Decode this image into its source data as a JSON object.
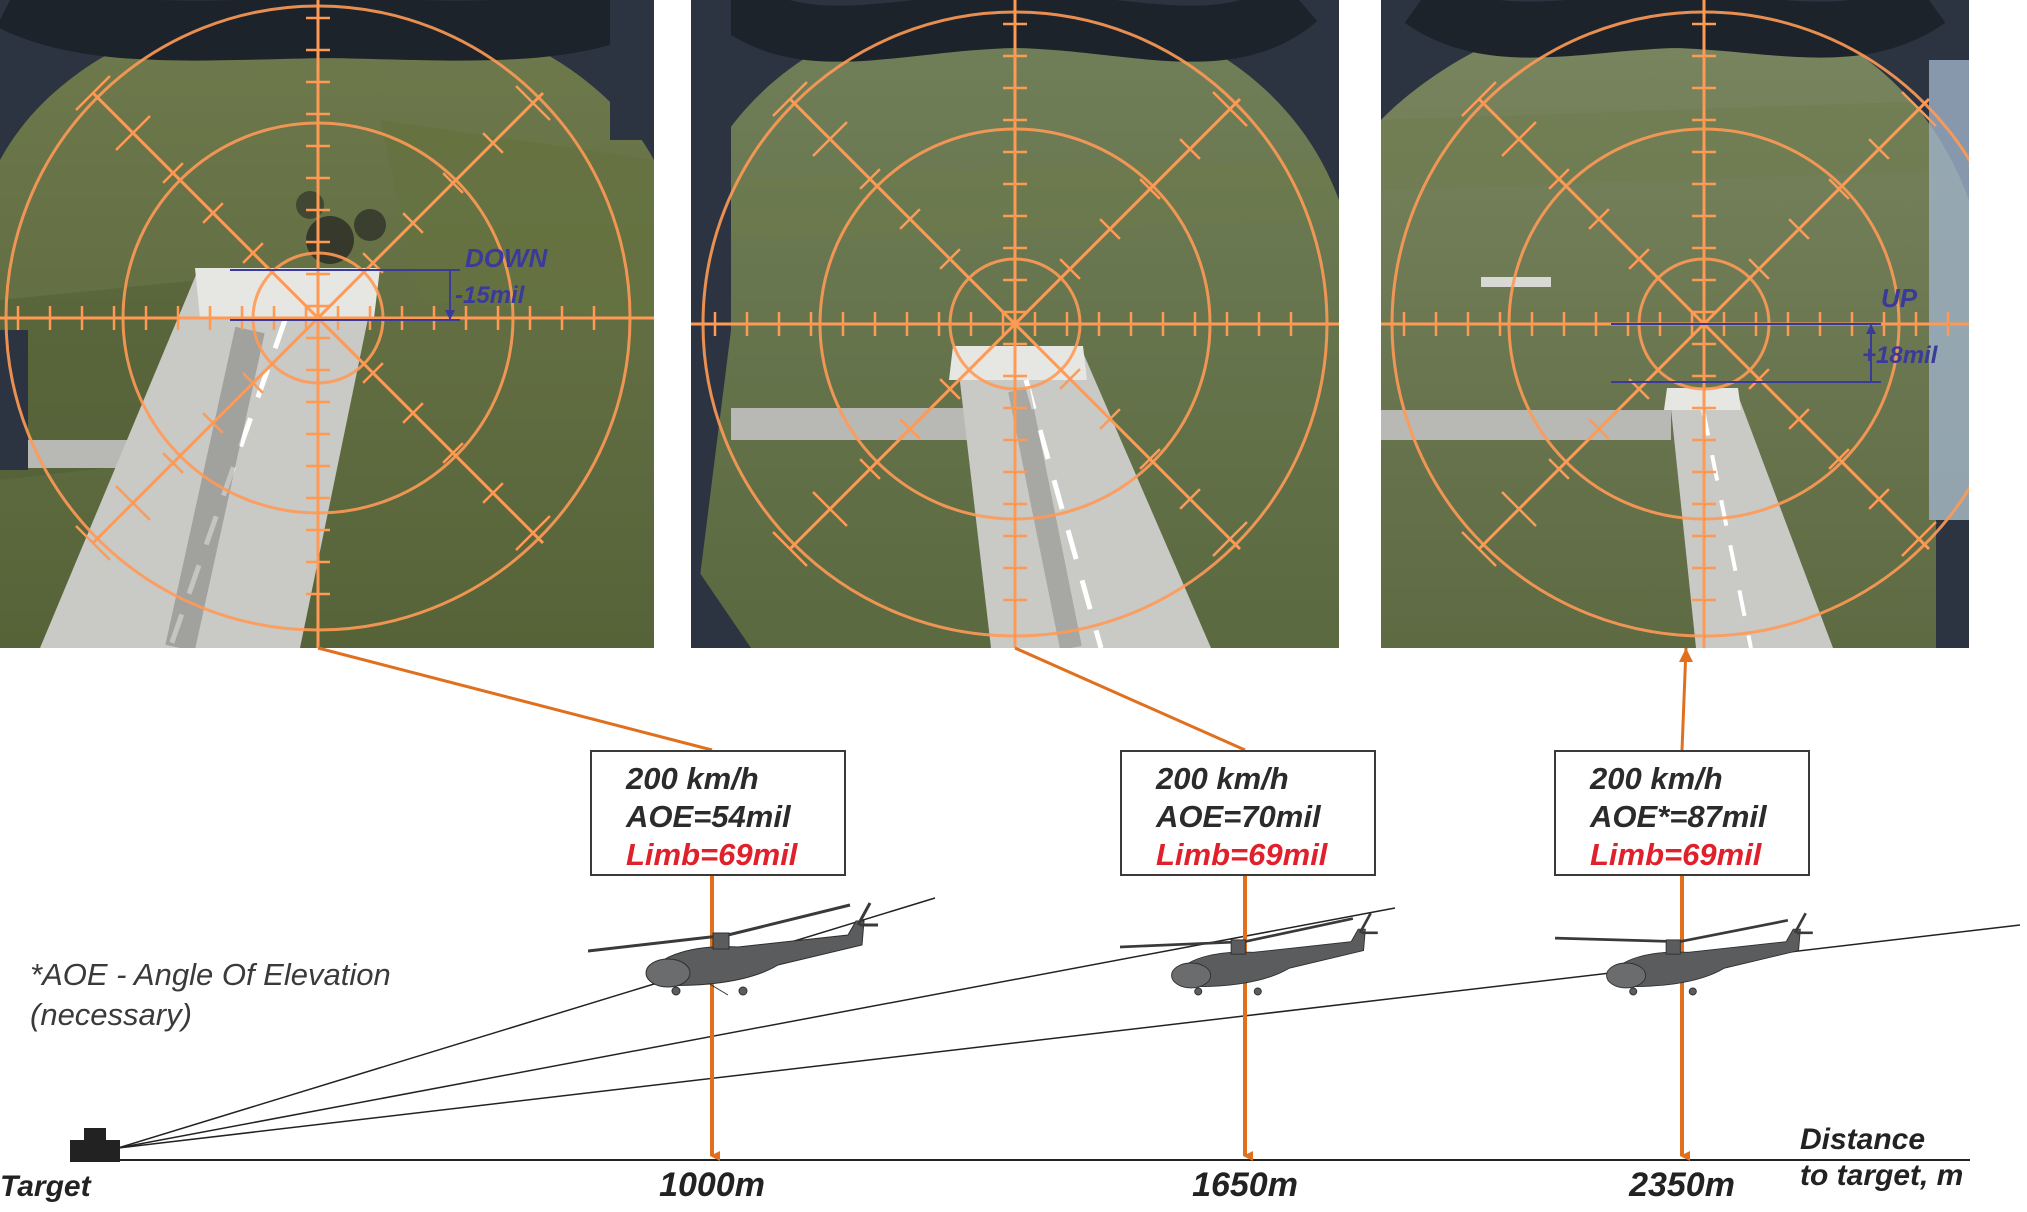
{
  "panels": [
    {
      "id": "p1",
      "correction": {
        "direction": "DOWN",
        "value": "-15mil"
      }
    },
    {
      "id": "p2",
      "correction": null
    },
    {
      "id": "p3",
      "correction": {
        "direction": "UP",
        "value": "+18mil"
      }
    }
  ],
  "info_boxes": [
    {
      "speed": "200 km/h",
      "aoe": "AOE=54mil",
      "limb": "Limb=69mil"
    },
    {
      "speed": "200 km/h",
      "aoe": "AOE=70mil",
      "limb": "Limb=69mil"
    },
    {
      "speed": "200 km/h",
      "aoe": "AOE*=87mil",
      "limb": "Limb=69mil"
    }
  ],
  "distances": [
    "1000m",
    "1650m",
    "2350m"
  ],
  "target_label": "Target",
  "axis_title": {
    "line1": "Distance",
    "line2": "to target, m"
  },
  "footnote": {
    "line1": "*AOE - Angle Of Elevation",
    "line2": "(necessary)"
  },
  "colors": {
    "reticle": "#ff9a55",
    "arrow": "#e0701e",
    "limb_text": "#e0202a",
    "correction_text": "#3a3a9a",
    "grass": "#5e6a40",
    "runway": "#c9c9c6"
  }
}
